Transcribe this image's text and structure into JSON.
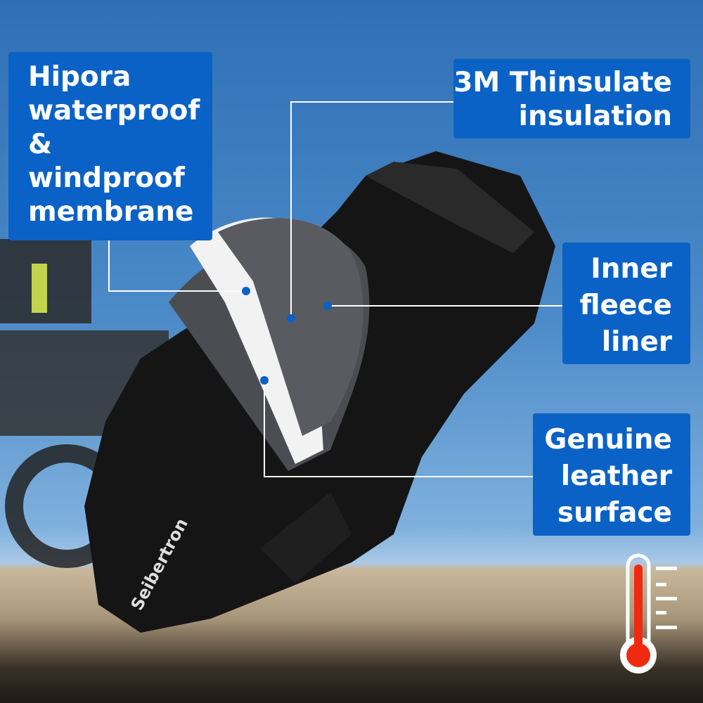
{
  "callouts": [
    {
      "label": "Hipora waterproof & windproof membrane",
      "lines": [
        "Hipora",
        "waterproof",
        "&",
        "windproof",
        "membrane"
      ]
    },
    {
      "label": "3M Thinsulate insulation",
      "lines": [
        "3M Thinsulate",
        "insulation"
      ]
    },
    {
      "label": "Inner fleece liner",
      "lines": [
        "Inner",
        "fleece",
        "liner"
      ]
    },
    {
      "label": "Genuine leather surface",
      "lines": [
        "Genuine",
        "leather",
        "surface"
      ]
    }
  ],
  "brand_on_glove": "Seibertron",
  "icons": [
    "thermometer-icon"
  ],
  "colors": {
    "callout_bg": "#0b62c6",
    "thermometer": "#f02a10"
  }
}
